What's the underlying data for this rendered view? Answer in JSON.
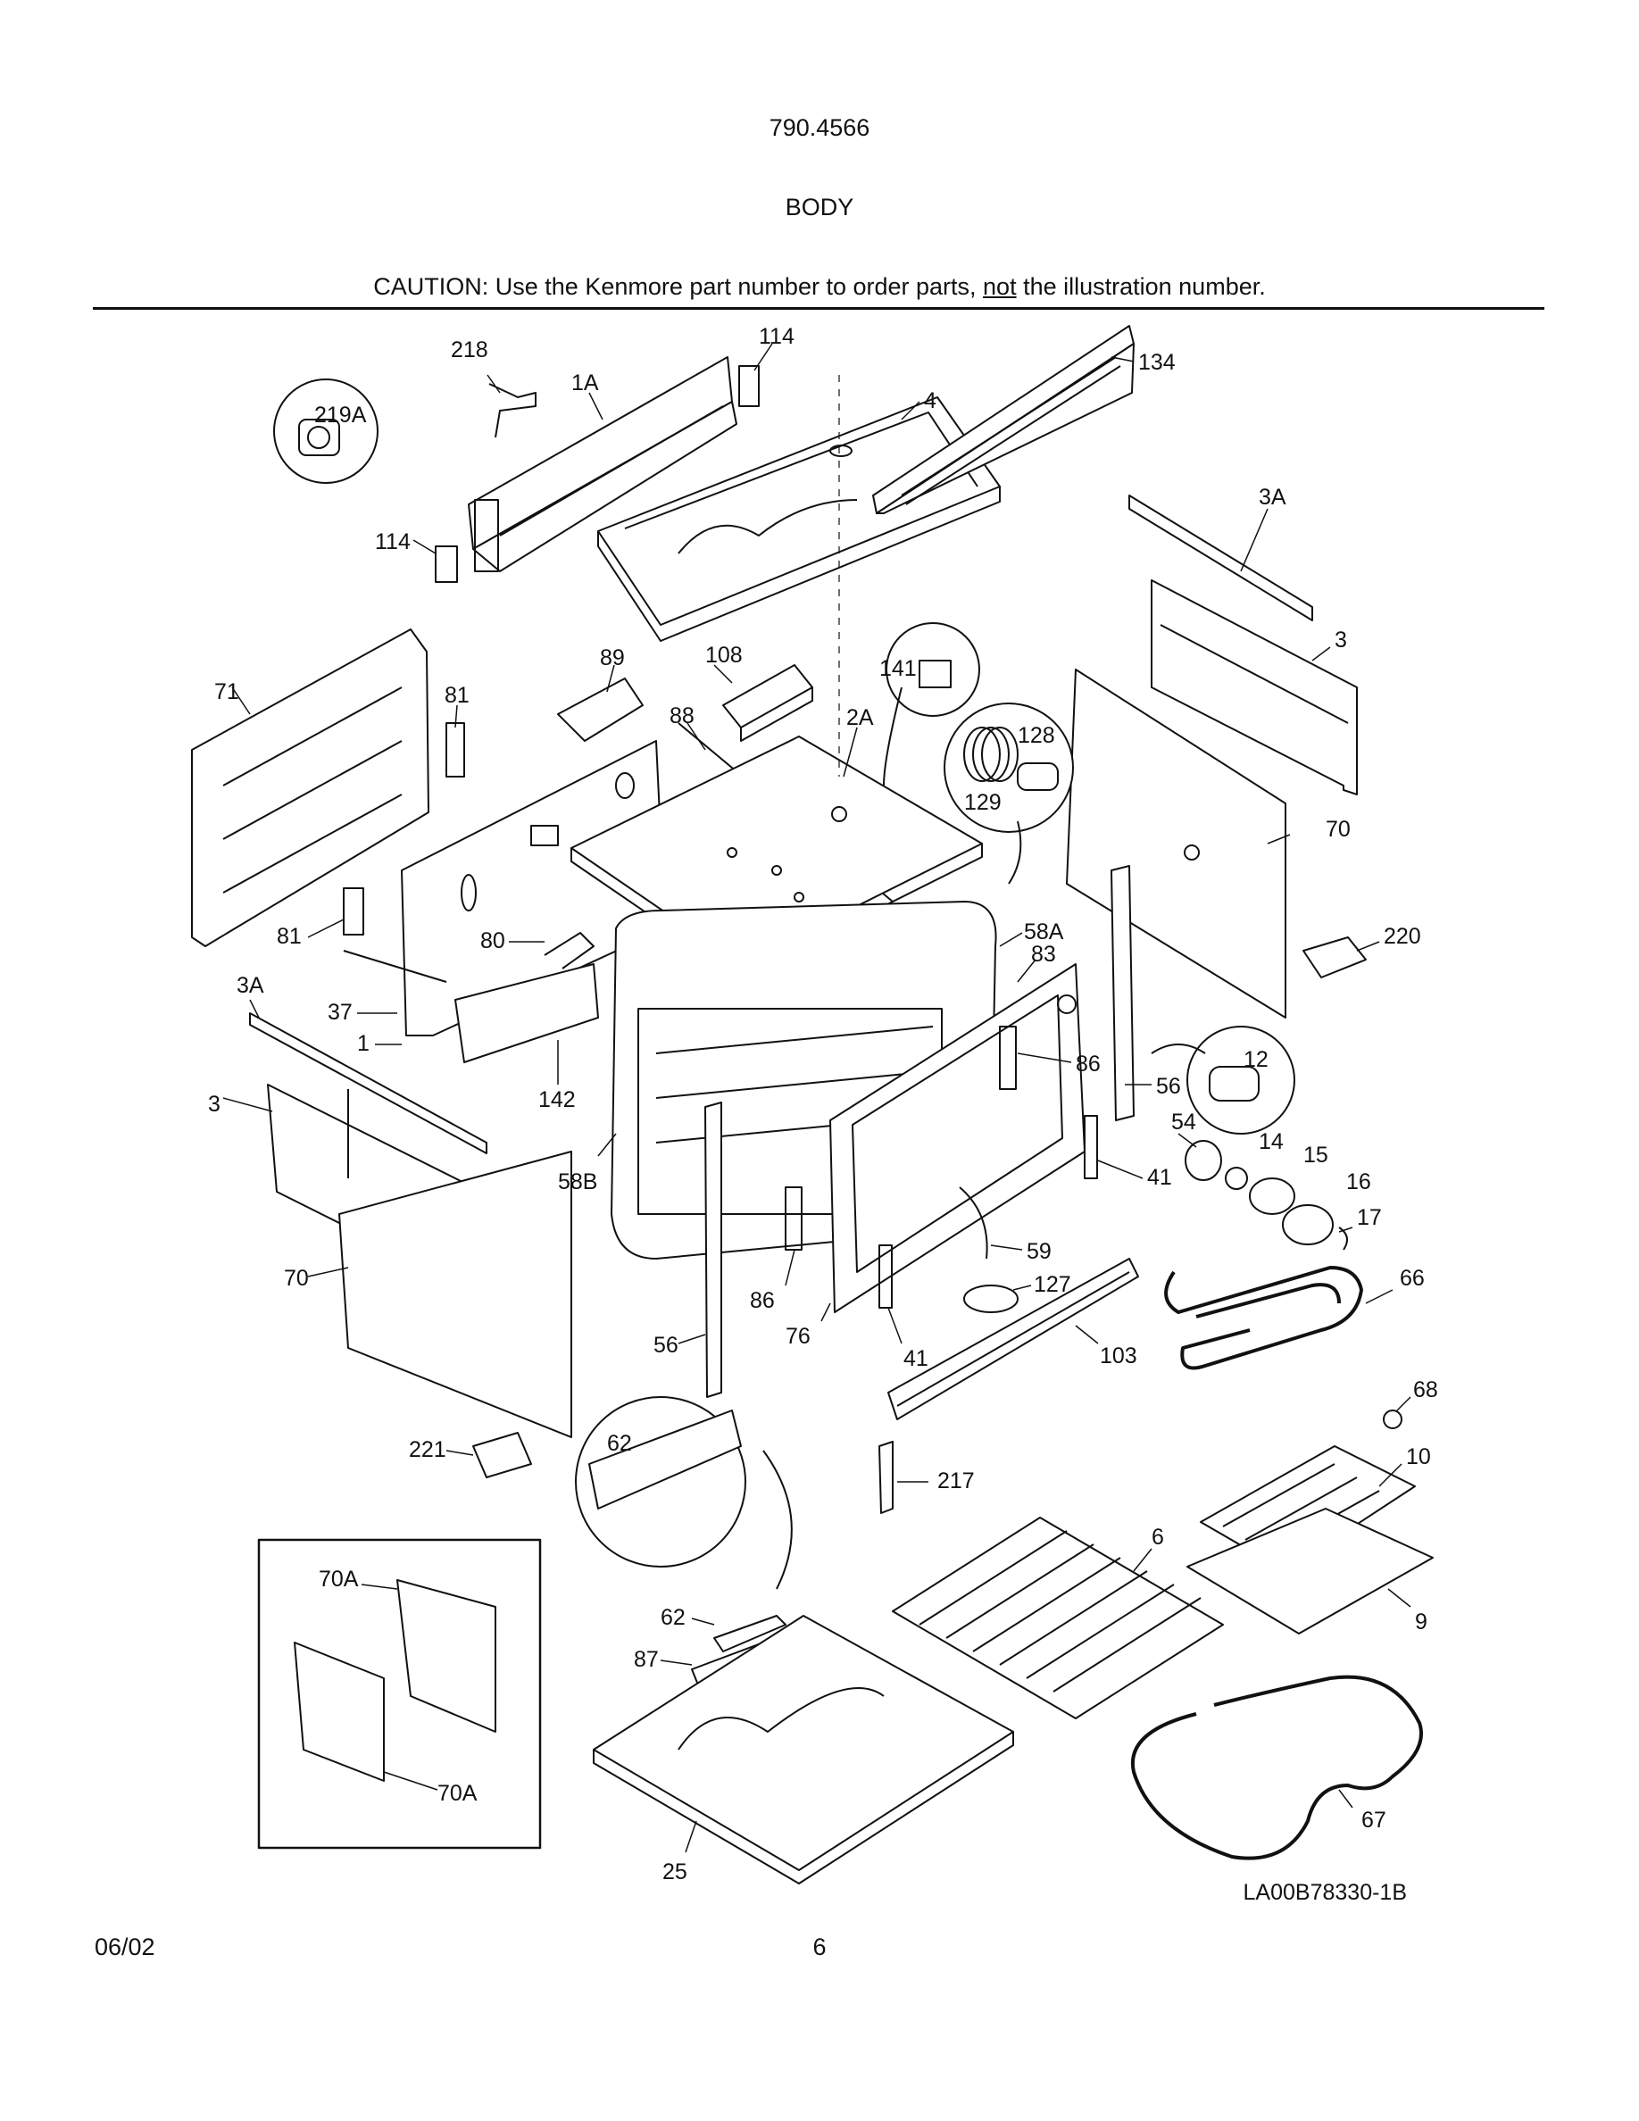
{
  "header": {
    "model": "790.4566",
    "section": "BODY",
    "caution_prefix": "CAUTION: Use the Kenmore part number to order parts, ",
    "caution_emph": "not",
    "caution_suffix": " the illustration number."
  },
  "footer": {
    "date": "06/02",
    "page": "6",
    "drawing_id": "LA00B78330-1B"
  },
  "callouts": {
    "c218": "218",
    "c1A": "1A",
    "c114top": "114",
    "c134": "134",
    "c4": "4",
    "c219A": "219A",
    "c114left": "114",
    "c3Atop": "3A",
    "c3right": "3",
    "c71": "71",
    "c81top": "81",
    "c89": "89",
    "c108": "108",
    "c88": "88",
    "c141": "141",
    "c2A": "2A",
    "c128": "128",
    "c129": "129",
    "c70right": "70",
    "c81left": "81",
    "c80": "80",
    "c58A": "58A",
    "c83": "83",
    "c220": "220",
    "c3Aleft": "3A",
    "c37": "37",
    "c1": "1",
    "c142": "142",
    "c86right": "86",
    "c12": "12",
    "c56right": "56",
    "c3left": "3",
    "c58B": "58B",
    "c54": "54",
    "c14": "14",
    "c15": "15",
    "c16": "16",
    "c41right": "41",
    "c17": "17",
    "c70left": "70",
    "c59": "59",
    "c86left": "86",
    "c127": "127",
    "c66": "66",
    "c76": "76",
    "c56left": "56",
    "c41bottom": "41",
    "c103": "103",
    "c68": "68",
    "c62circle": "62",
    "c221": "221",
    "c10": "10",
    "c217": "217",
    "c6": "6",
    "c70Atop": "70A",
    "c62": "62",
    "c9": "9",
    "c87": "87",
    "c70Abottom": "70A",
    "c67": "67",
    "c25": "25"
  }
}
